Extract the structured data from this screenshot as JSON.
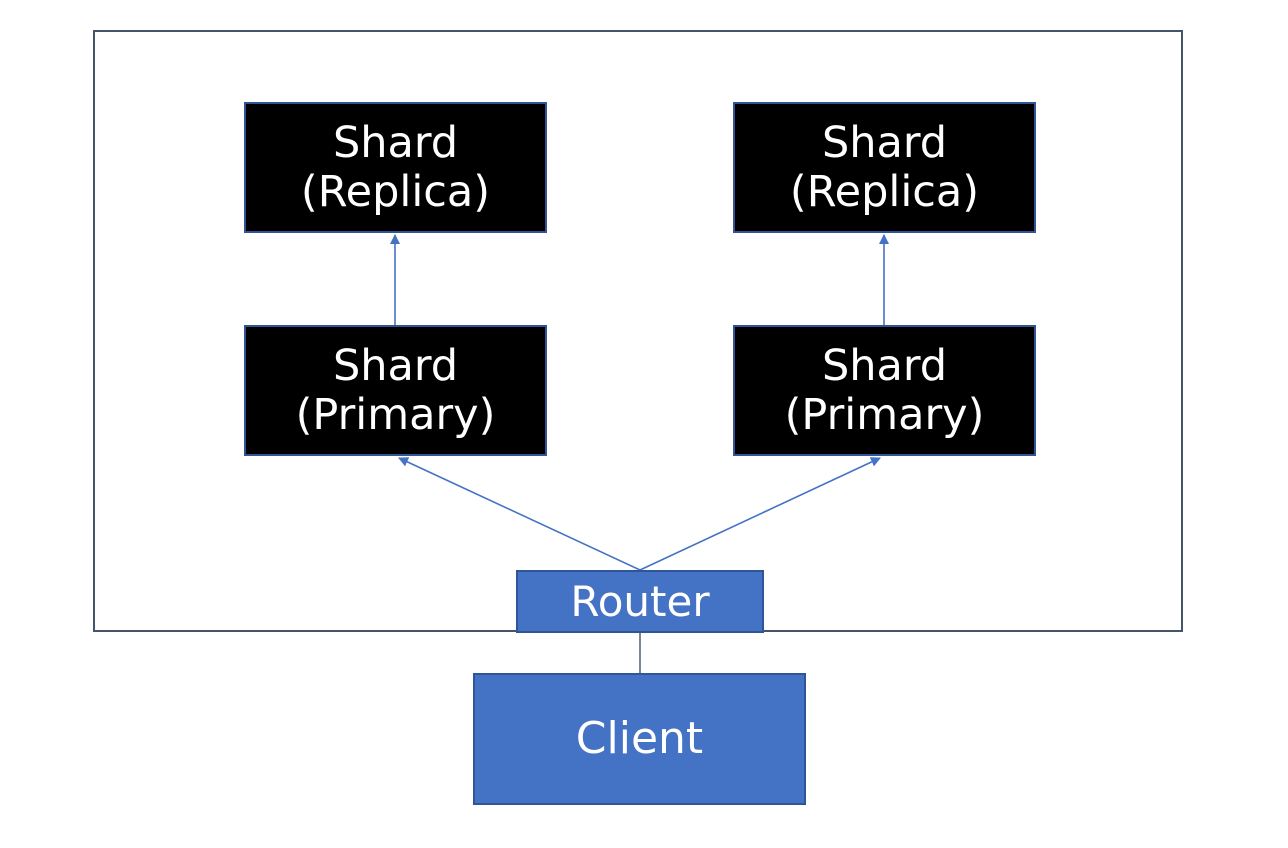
{
  "colors": {
    "cluster_border": "#44546a",
    "shard_fill": "#000000",
    "node_border": "#2f5597",
    "blue_fill": "#4472c4",
    "connector": "#4472c4",
    "text": "#ffffff"
  },
  "nodes": {
    "replica_left": {
      "line1": "Shard",
      "line2": "(Replica)"
    },
    "replica_right": {
      "line1": "Shard",
      "line2": "(Replica)"
    },
    "primary_left": {
      "line1": "Shard",
      "line2": "(Primary)"
    },
    "primary_right": {
      "line1": "Shard",
      "line2": "(Primary)"
    },
    "router": {
      "label": "Router"
    },
    "client": {
      "label": "Client"
    }
  },
  "edges": [
    {
      "from": "primary_left",
      "to": "replica_left",
      "arrow": true
    },
    {
      "from": "primary_right",
      "to": "replica_right",
      "arrow": true
    },
    {
      "from": "router",
      "to": "primary_left",
      "arrow": true
    },
    {
      "from": "router",
      "to": "primary_right",
      "arrow": true
    },
    {
      "from": "client",
      "to": "router",
      "arrow": false
    }
  ]
}
